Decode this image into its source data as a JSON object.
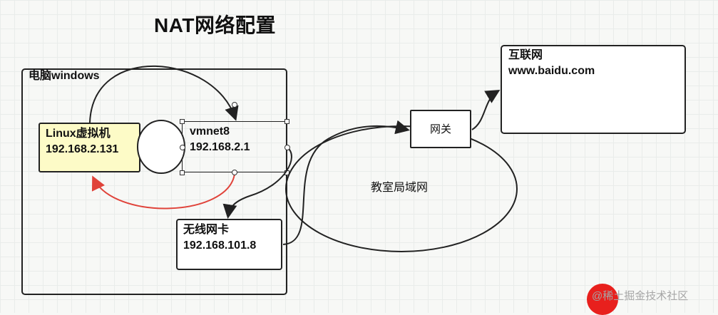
{
  "title": "NAT网络配置",
  "computer": {
    "label": "电脑windows"
  },
  "linux_vm": {
    "name": "Linux虚拟机",
    "ip": "192.168.2.131"
  },
  "vmnet8": {
    "name": "vmnet8",
    "ip": "192.168.2.1"
  },
  "wireless_card": {
    "name": "无线网卡",
    "ip": "192.168.101.8"
  },
  "lan": {
    "label": "教室局域网"
  },
  "gateway": {
    "label": "网关"
  },
  "internet": {
    "label": "互联网",
    "url": "www.baidu.com"
  },
  "watermark": "@稀土掘金技术社区",
  "colors": {
    "linux_fill": "#fdfbc7",
    "red_arrow": "#e0433a",
    "record_button": "#e8201d"
  }
}
